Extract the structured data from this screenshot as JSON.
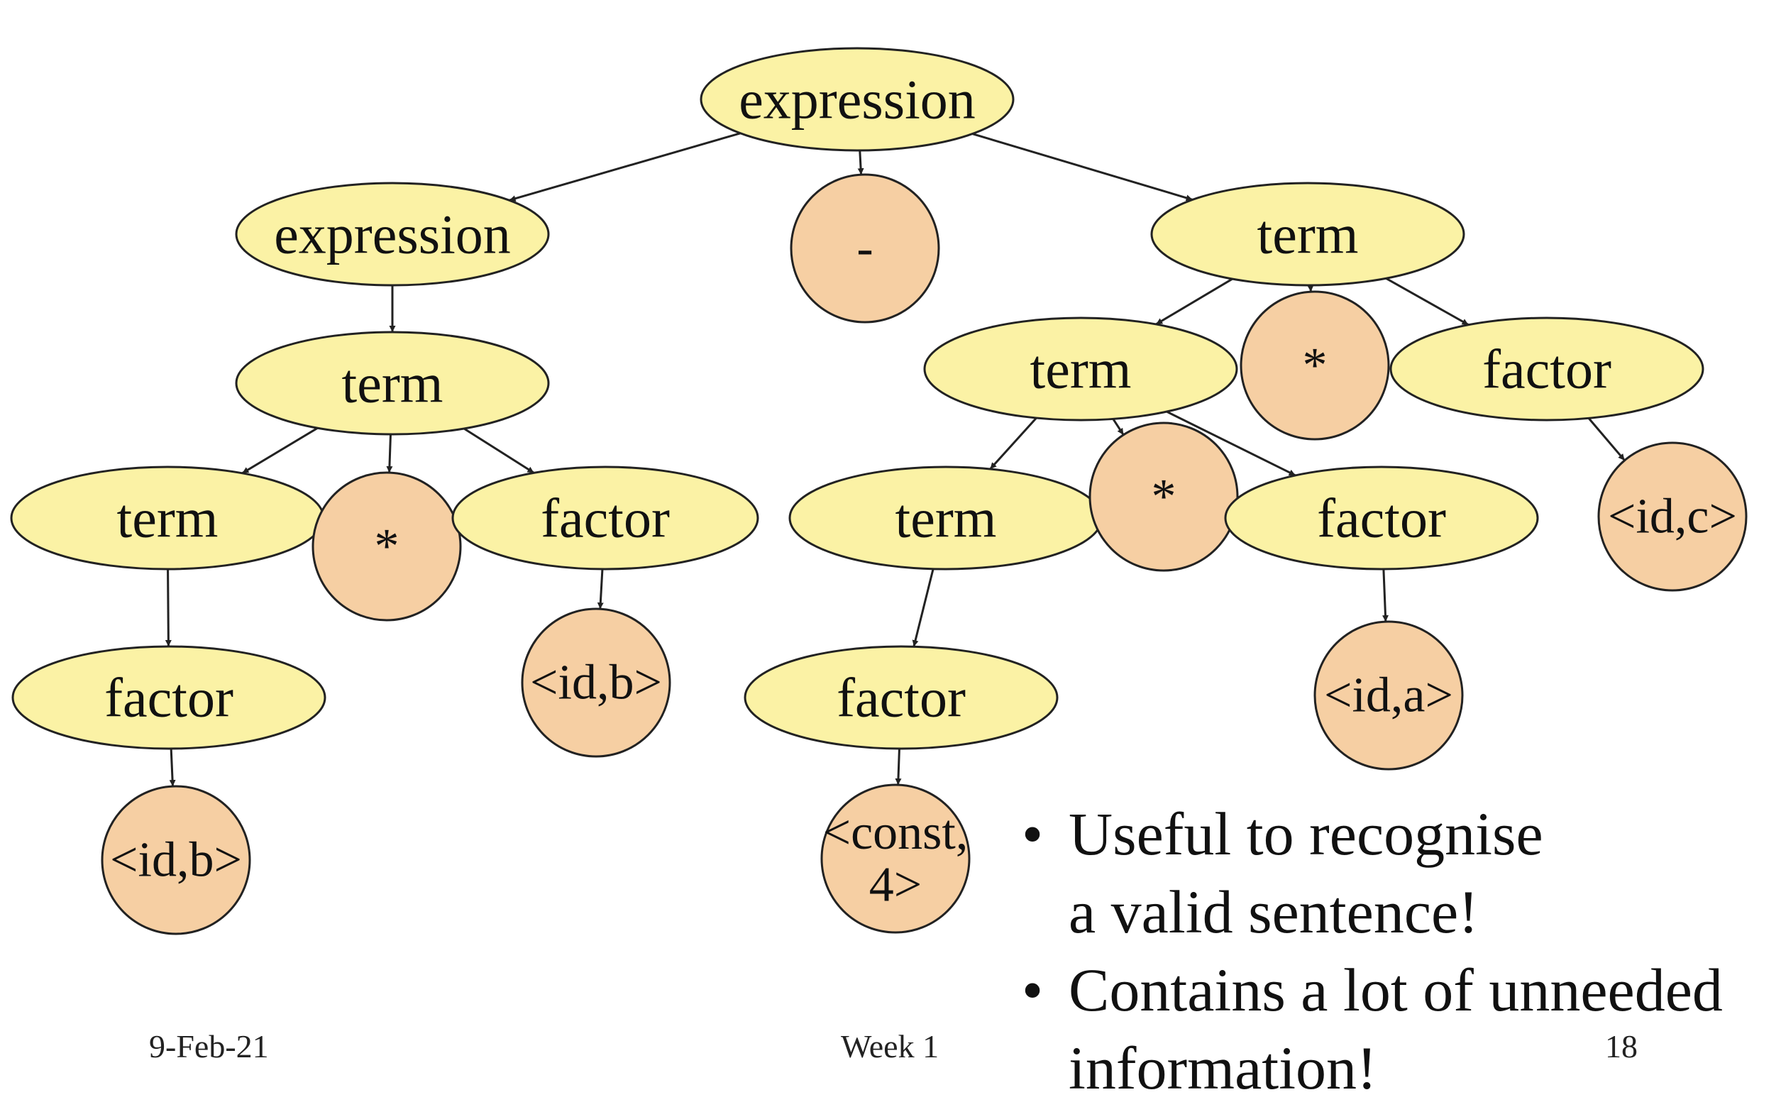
{
  "colors": {
    "nonterminal_fill": "#fbf2a5",
    "terminal_fill": "#f6cfa3",
    "stroke": "#222222"
  },
  "nodes": {
    "n_root": {
      "label": "expression",
      "kind": "nonterminal"
    },
    "n_expr2": {
      "label": "expression",
      "kind": "nonterminal"
    },
    "n_minus": {
      "label": "-",
      "kind": "terminal"
    },
    "n_termR": {
      "label": "term",
      "kind": "nonterminal"
    },
    "n_termL1": {
      "label": "term",
      "kind": "nonterminal"
    },
    "n_termL2": {
      "label": "term",
      "kind": "nonterminal"
    },
    "n_starL": {
      "label": "*",
      "kind": "terminal"
    },
    "n_factorL": {
      "label": "factor",
      "kind": "nonterminal"
    },
    "n_factorL2": {
      "label": "factor",
      "kind": "nonterminal"
    },
    "n_idb2": {
      "label": "<id,b>",
      "kind": "terminal"
    },
    "n_idb1": {
      "label": "<id,b>",
      "kind": "terminal"
    },
    "n_termM": {
      "label": "term",
      "kind": "nonterminal"
    },
    "n_starR1": {
      "label": "*",
      "kind": "terminal"
    },
    "n_factorR1": {
      "label": "factor",
      "kind": "nonterminal"
    },
    "n_termM2": {
      "label": "term",
      "kind": "nonterminal"
    },
    "n_starR2": {
      "label": "*",
      "kind": "terminal"
    },
    "n_factorR2": {
      "label": "factor",
      "kind": "nonterminal"
    },
    "n_idc": {
      "label": "<id,c>",
      "kind": "terminal"
    },
    "n_factorM": {
      "label": "factor",
      "kind": "nonterminal"
    },
    "n_ida": {
      "label": "<id,a>",
      "kind": "terminal"
    },
    "n_const": {
      "label": "<const,",
      "label2": "4>",
      "kind": "terminal"
    }
  },
  "edges": [
    [
      "n_root",
      "n_expr2"
    ],
    [
      "n_root",
      "n_minus"
    ],
    [
      "n_root",
      "n_termR"
    ],
    [
      "n_expr2",
      "n_termL1"
    ],
    [
      "n_termL1",
      "n_termL2"
    ],
    [
      "n_termL1",
      "n_starL"
    ],
    [
      "n_termL1",
      "n_factorL"
    ],
    [
      "n_termL2",
      "n_factorL2"
    ],
    [
      "n_factorL2",
      "n_idb2"
    ],
    [
      "n_factorL",
      "n_idb1"
    ],
    [
      "n_termR",
      "n_termM"
    ],
    [
      "n_termR",
      "n_starR1"
    ],
    [
      "n_termR",
      "n_factorR1"
    ],
    [
      "n_termM",
      "n_termM2"
    ],
    [
      "n_termM",
      "n_starR2"
    ],
    [
      "n_termM",
      "n_factorR2"
    ],
    [
      "n_factorR1",
      "n_idc"
    ],
    [
      "n_termM2",
      "n_factorM"
    ],
    [
      "n_factorM",
      "n_const"
    ],
    [
      "n_factorR2",
      "n_ida"
    ]
  ],
  "bullets": [
    {
      "symbol": "•",
      "line1": "Useful to recognise",
      "line2": "a valid sentence!"
    },
    {
      "symbol": "•",
      "line1": "Contains a lot of unneeded",
      "line2": "information!"
    }
  ],
  "footer": {
    "date": "9-Feb-21",
    "week": "Week 1",
    "page": "18"
  }
}
